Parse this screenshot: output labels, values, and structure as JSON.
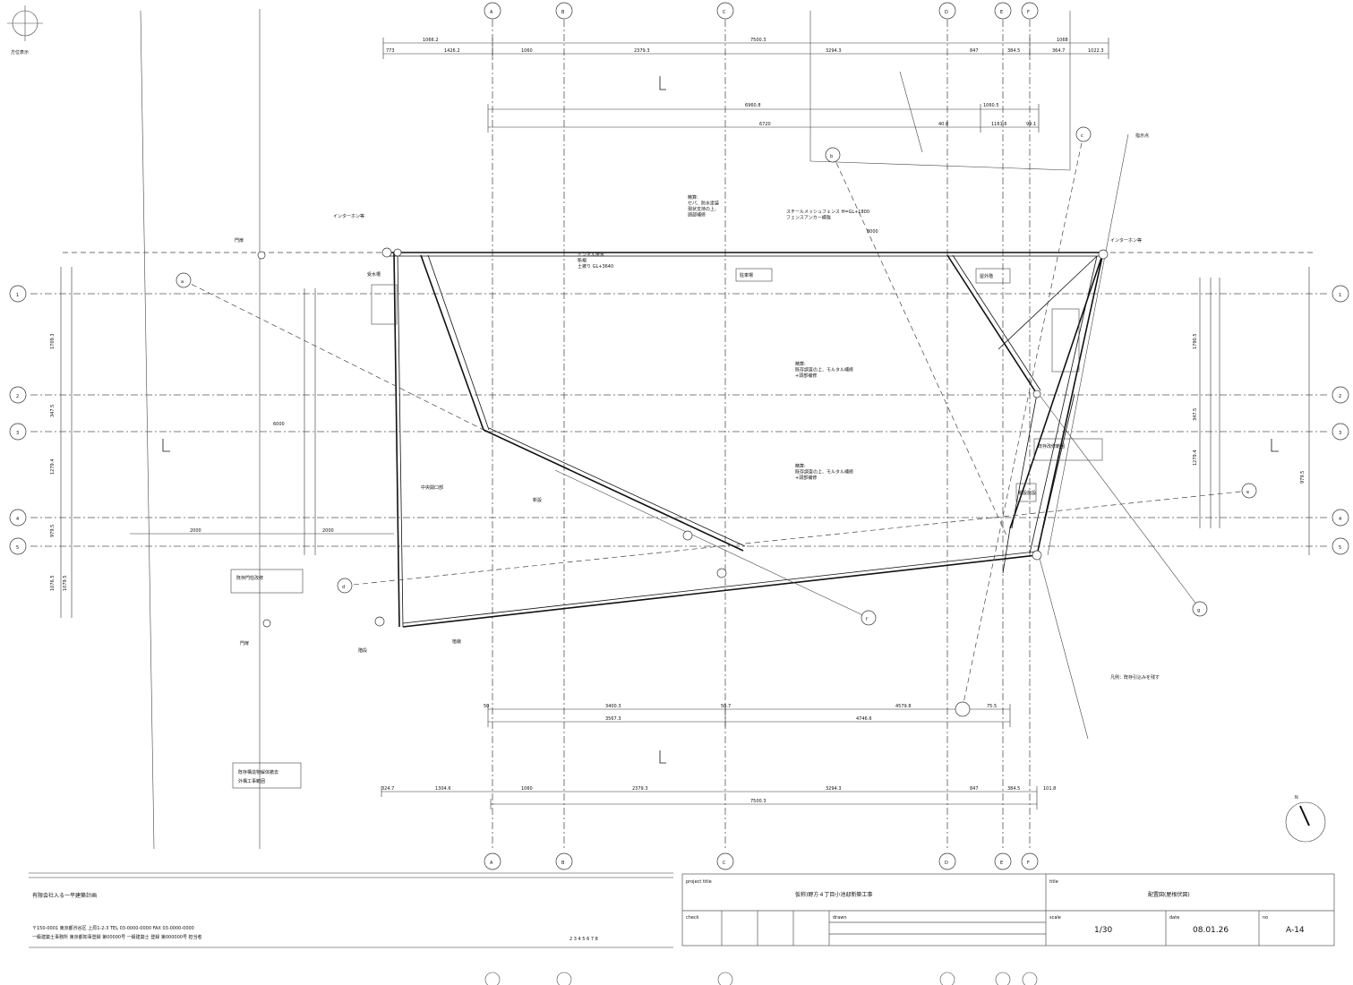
{
  "grid": {
    "columns": [
      "A",
      "B",
      "C",
      "D",
      "E",
      "F"
    ],
    "rows": [
      "1",
      "2",
      "3",
      "4",
      "5"
    ]
  },
  "dimensions": {
    "top_overall_left": "1066.2",
    "top_overall_mid": "7500.3",
    "top_overall_right": "1068",
    "top_segments": [
      "773",
      "1426.2",
      "1060",
      "2379.3",
      "3294.3",
      "847",
      "384.5",
      "364.7",
      "1022.3"
    ],
    "upper_inner_1": "6960.8",
    "upper_inner_2": "1060.5",
    "upper_inner_3": "6720",
    "upper_inner_4": "40.8",
    "upper_inner_5": "1161.6",
    "upper_inner_6": "99.1",
    "lower_segments": [
      "3400.3",
      "4579.8",
      "75.5"
    ],
    "lower_segments2": [
      "3567.3",
      "4746.6"
    ],
    "lower_small": [
      "50",
      "50.7"
    ],
    "bottom_segments": [
      "324.7",
      "1304.6",
      "1060",
      "2379.3",
      "3294.3",
      "847",
      "384.5",
      "101.8"
    ],
    "bottom_overall": "7500.3",
    "mid_dims": [
      "2000",
      "2000"
    ],
    "left_stack": [
      "1709.3",
      "347.5",
      "1279.4",
      "979.5",
      "1076.5",
      "1079.5"
    ],
    "right_stack": [
      "1790.5",
      "347.5",
      "1279.4",
      "979.5"
    ],
    "line_length_3": "6000",
    "line_length_top": "8000"
  },
  "bubbles": [
    "a",
    "b",
    "c",
    "d",
    "e",
    "f",
    "g"
  ],
  "notes": {
    "top_center": "精算:\nセパ、防水塗装\n現状支持の上、\n頭部補修",
    "upper_center": "トンネル排水\n新規\n土被り GL+3640",
    "mid_note_1": "精算:\n既存調査の上、モルタル補修\n+頭部補修",
    "mid_note_2": "精算:\n既存調査の上、モルタル補修\n+頭部補修",
    "right_top": "スチールメッシュフェンス H=GL+1800\nフェンスアンカー補強",
    "left_label_top": "インターホン等",
    "right_label_top": "インターホン等",
    "right_marker": "指示点",
    "legend": "凡例：既存引込みを残す"
  },
  "labels": {
    "north_small": "方位表示",
    "left_1": "門扉",
    "left_2": "中央開口部",
    "left_3": "階段",
    "left_box_1": "既存門柱改修",
    "left_box_2": "既存構造物解体撤去",
    "left_box_3": "外構工事範囲",
    "center_a": "新設",
    "center_b": "駐車場",
    "right_box_1": "屋外階",
    "right_box_2": "既存改修範囲",
    "right_box_3": "新設施設",
    "tag_a": "受水槽",
    "tag_b": "植栽"
  },
  "title_block": {
    "office": "有限会社入る一平建築計画",
    "office_address": "〒150-0001 東京都渋谷区 上原1-2-3 TEL 03-0000-0000 FAX 03-0000-0000",
    "office_license": "一級建築士事務所 東京都知事登録 第00000号 一級建築士 登録 第000000号 担当者",
    "scale_bar": "2 3 4 5 6 7 8",
    "project_title_label": "project title",
    "project_title": "仮称)野方４丁目小池邸新築工事",
    "title_label": "title",
    "title": "配置図(屋根伏図)",
    "check_label": "check",
    "drawn_label": "drawn",
    "scale_label": "scale",
    "scale": "1/30",
    "date_label": "date",
    "date": "08.01.26",
    "no_label": "no",
    "number": "A-14"
  }
}
